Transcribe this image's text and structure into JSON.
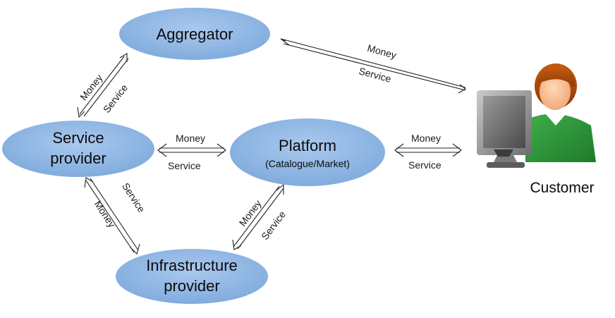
{
  "nodes": {
    "aggregator": {
      "label": "Aggregator"
    },
    "service_provider": {
      "line1": "Service",
      "line2": "provider"
    },
    "platform": {
      "line1": "Platform",
      "line2": "(Catalogue/Market)"
    },
    "infrastructure_provider": {
      "line1": "Infrastructure",
      "line2": "provider"
    },
    "customer": {
      "label": "Customer"
    }
  },
  "edges": {
    "aggregator_customer": {
      "money": "Money",
      "service": "Service"
    },
    "provider_aggregator": {
      "money": "Money",
      "service": "Service"
    },
    "provider_platform": {
      "money": "Money",
      "service": "Service"
    },
    "platform_customer": {
      "money": "Money",
      "service": "Service"
    },
    "provider_infrastructure": {
      "money": "Money",
      "service": "Service"
    },
    "infrastructure_platform": {
      "money": "Money",
      "service": "Service"
    }
  },
  "colors": {
    "node_fill": "#8db4e2",
    "node_fill_dark": "#6f9bd6",
    "arrow": "#222222"
  }
}
